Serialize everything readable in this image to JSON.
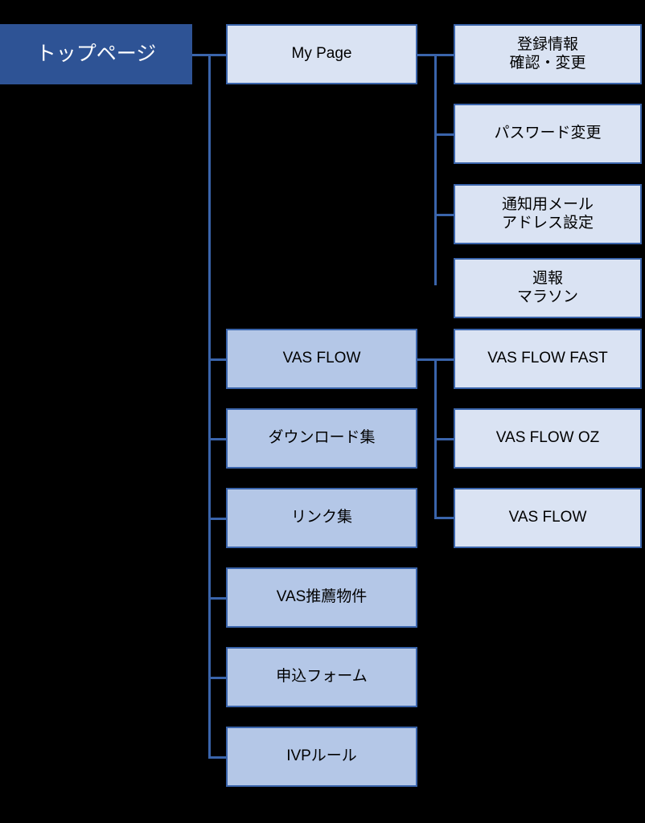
{
  "diagram": {
    "title": "Site map tree",
    "type": "tree-hierarchy",
    "background_color": "#000000",
    "colors": {
      "root_fill": "#2e5395",
      "root_text": "#ffffff",
      "level1_fill": "#b4c7e7",
      "level2_fill": "#dae3f3",
      "border": "#3a64ab",
      "connector": "#3a64ab",
      "text": "#000000"
    }
  },
  "root": {
    "label": "トップページ"
  },
  "level1": [
    {
      "label": "My Page"
    },
    {
      "label": "VAS FLOW"
    },
    {
      "label": "ダウンロード集"
    },
    {
      "label": "リンク集"
    },
    {
      "label": "VAS推薦物件"
    },
    {
      "label": "申込フォーム"
    },
    {
      "label": "IVPルール"
    }
  ],
  "mypage_children": [
    {
      "label": "登録情報\n確認・変更"
    },
    {
      "label": "パスワード変更"
    },
    {
      "label": "通知用メール\nアドレス設定"
    },
    {
      "label": "週報\nマラソン"
    }
  ],
  "vasflow_children": [
    {
      "label": "VAS FLOW FAST"
    },
    {
      "label": "VAS FLOW OZ"
    },
    {
      "label": "VAS FLOW"
    }
  ]
}
